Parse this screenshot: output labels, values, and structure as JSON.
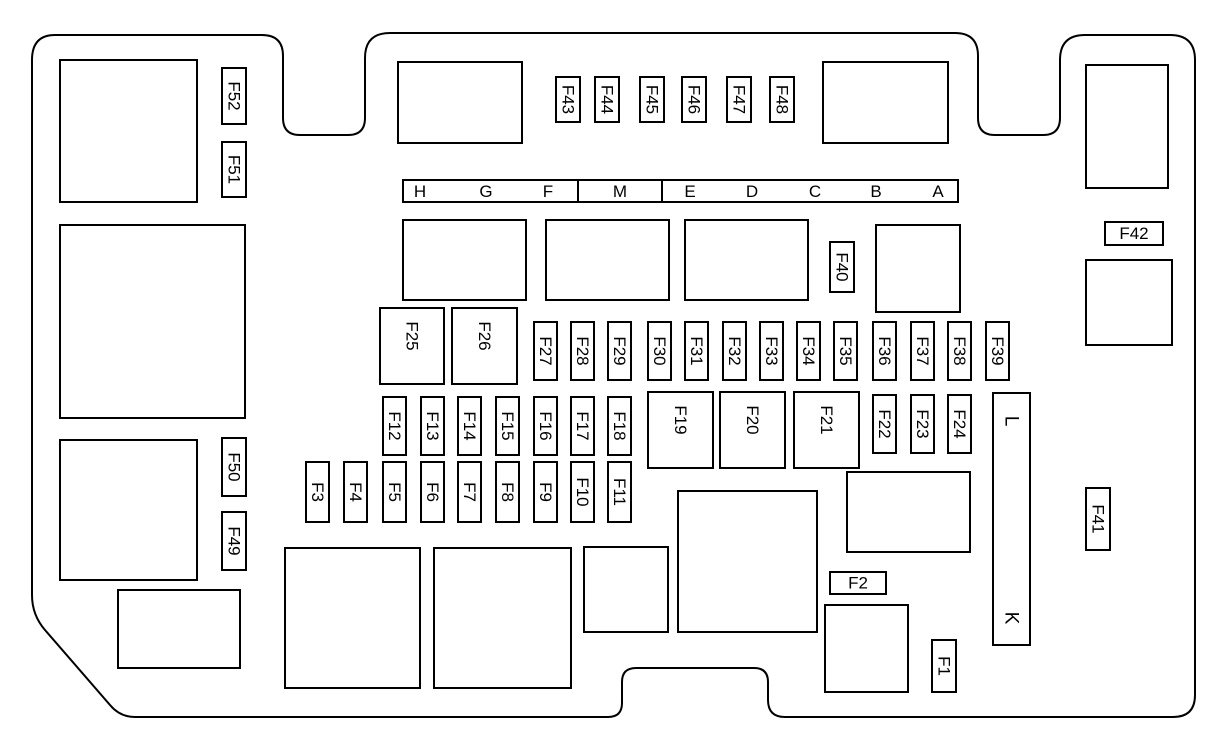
{
  "title": "Fuse box layout",
  "fuses": [
    "F1",
    "F2",
    "F3",
    "F4",
    "F5",
    "F6",
    "F7",
    "F8",
    "F9",
    "F10",
    "F11",
    "F12",
    "F13",
    "F14",
    "F15",
    "F16",
    "F17",
    "F18",
    "F19",
    "F20",
    "F21",
    "F22",
    "F23",
    "F24",
    "F25",
    "F26",
    "F27",
    "F28",
    "F29",
    "F30",
    "F31",
    "F32",
    "F33",
    "F34",
    "F35",
    "F36",
    "F37",
    "F38",
    "F39",
    "F40",
    "F41",
    "F42",
    "F43",
    "F44",
    "F45",
    "F46",
    "F47",
    "F48",
    "F49",
    "F50",
    "F51",
    "F52"
  ],
  "connector_strip": [
    "H",
    "G",
    "F",
    "M",
    "E",
    "D",
    "C",
    "B",
    "A"
  ],
  "side_strip": [
    "L",
    "K"
  ],
  "colors": {
    "stroke": "#000000",
    "fill": "#ffffff"
  }
}
